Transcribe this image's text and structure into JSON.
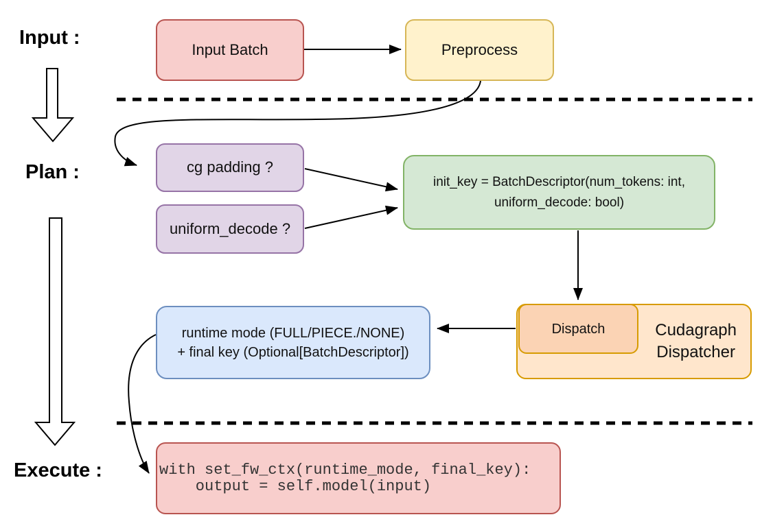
{
  "stage_labels": {
    "input": "Input :",
    "plan": "Plan :",
    "execute": "Execute :"
  },
  "nodes": {
    "input_batch": {
      "label": "Input Batch"
    },
    "preprocess": {
      "label": "Preprocess"
    },
    "cg_padding": {
      "label": "cg padding ?"
    },
    "uniform_decode": {
      "label": "uniform_decode ?"
    },
    "init_key": {
      "line1": "init_key = BatchDescriptor(num_tokens: int,",
      "line2": "uniform_decode: bool)"
    },
    "dispatch": {
      "label": "Dispatch"
    },
    "cudagraph_dispatcher": {
      "line1": "Cudagraph",
      "line2": "Dispatcher"
    },
    "runtime_mode": {
      "line1": "runtime mode (FULL/PIECE./NONE)",
      "line2": "+ final key (Optional[BatchDescriptor])"
    },
    "execute_code": {
      "line1": "with set_fw_ctx(runtime_mode, final_key):",
      "line2": "    output = self.model(input)"
    }
  },
  "colors": {
    "pink_fill": "#f8cecc",
    "pink_stroke": "#b85450",
    "yellow_fill": "#fff2cc",
    "yellow_stroke": "#d6b656",
    "purple_fill": "#e1d5e7",
    "purple_stroke": "#9673a6",
    "green_fill": "#d5e8d4",
    "green_stroke": "#82b366",
    "blue_fill": "#dae8fc",
    "blue_stroke": "#6c8ebf",
    "orange_fill": "#ffe6cc",
    "orange_inner_fill": "#fbd3b4",
    "orange_stroke": "#d79b00",
    "connector": "#000000",
    "background": "#ffffff"
  }
}
